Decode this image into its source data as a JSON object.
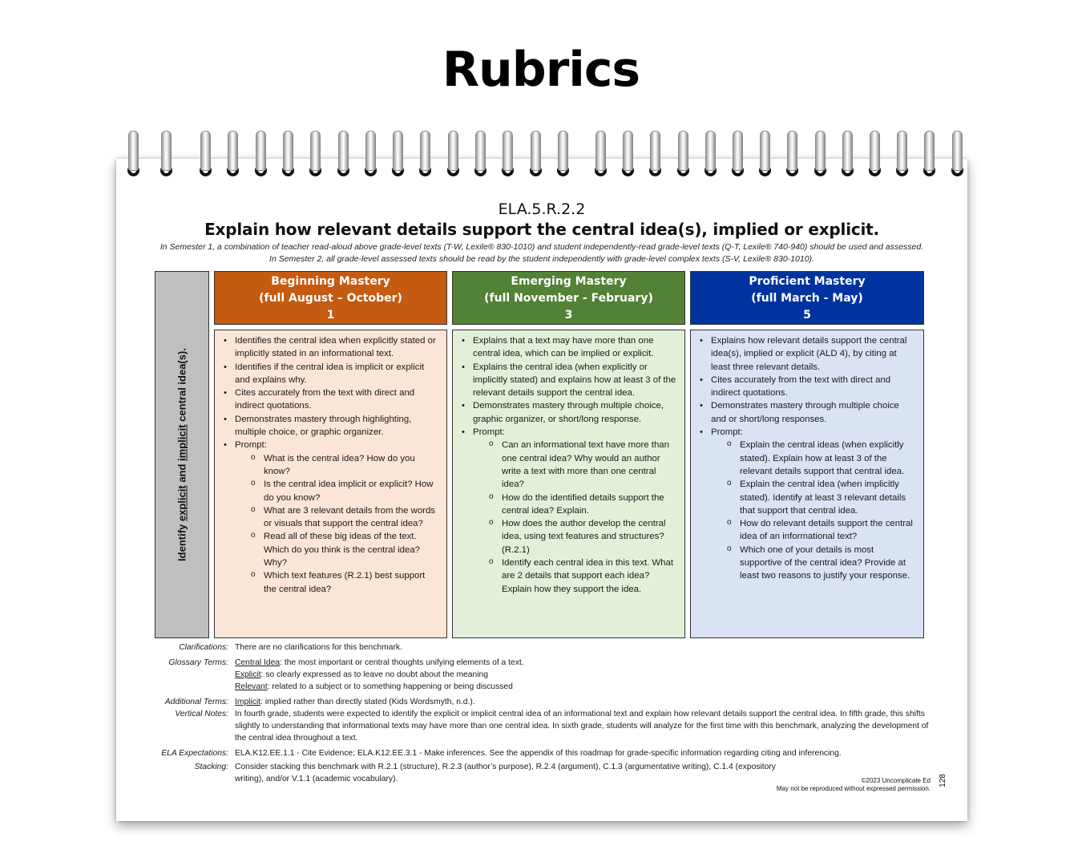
{
  "banner": {
    "title": "Rubrics"
  },
  "doc": {
    "code": "ELA.5.R.2.2",
    "headline": "Explain how relevant details support the central idea(s), implied or explicit.",
    "intro": "In Semester 1, a combination of teacher read-aloud above grade-level texts (T-W, Lexile® 830-1010) and student independently-read grade-level texts (Q-T, Lexile® 740-940) should be used and assessed. In Semester 2, all grade-level assessed texts should be read by the student independently with grade-level complex texts  (S-V, Lexile® 830-1010).",
    "side_label": {
      "pre": "Identify ",
      "w1": "explicit",
      "mid": " and ",
      "w2": "implicit",
      "post": " central idea(s)."
    },
    "columns": [
      {
        "title": "Beginning Mastery",
        "period": "(full August – October)",
        "score": "1",
        "bullets": [
          "Identifies the central idea when explicitly stated or implicitly stated in an informational text.",
          "Identifies if the central idea is implicit or explicit and explains why.",
          "Cites accurately from the text with direct and indirect quotations.",
          "Demonstrates mastery through highlighting, multiple choice, or graphic organizer."
        ],
        "prompt_label": "Prompt:",
        "prompts": [
          "What is the central idea? How do you know?",
          "Is the central idea implicit or explicit? How do you know?",
          "What are 3 relevant details from the words or visuals that support the central idea?",
          "Read all of these big ideas of the text. Which do you think is the central idea? Why?",
          "Which text features (R.2.1) best support the central idea?"
        ]
      },
      {
        "title": "Emerging Mastery",
        "period": "(full November - February)",
        "score": "3",
        "bullets": [
          "Explains that a text may have more than one central idea, which can be implied or explicit.",
          "Explains the central idea (when explicitly or implicitly stated) and explains how at least 3 of the relevant details support the central idea.",
          "Demonstrates mastery through multiple choice, graphic organizer, or short/long response."
        ],
        "prompt_label": "Prompt:",
        "prompts": [
          "Can an informational text have more than one central idea? Why would an author write a text with more than one central idea?",
          "How do the identified details support the central idea? Explain.",
          "How does the author develop the central idea, using text features and structures? (R.2.1)",
          "Identify each central idea in this text. What are 2 details that support each idea? Explain how they support the idea."
        ]
      },
      {
        "title": "Proficient Mastery",
        "period": "(full March - May)",
        "score": "5",
        "bullets": [
          "Explains how relevant details support the central idea(s), implied or explicit (ALD 4), by citing at least three relevant details.",
          "Cites accurately from the text with direct and indirect quotations.",
          "Demonstrates mastery through multiple choice and or short/long responses."
        ],
        "prompt_label": "Prompt:",
        "prompts": [
          "Explain the central ideas (when explicitly stated). Explain how at least 3 of the relevant details support that central idea.",
          "Explain the central idea (when implicitly stated). Identify at least 3 relevant details that support that central idea.",
          "How do relevant details support the central idea of an informational text?",
          "Which one of your details is most supportive of the central idea? Provide at least two reasons to justify your response."
        ]
      }
    ],
    "notes": {
      "clarifications_label": "Clarifications:",
      "clarifications": "There are no clarifications for this benchmark.",
      "glossary_label": "Glossary Terms:",
      "glossary": [
        {
          "term": "Central Idea",
          "def": ": the most important or central thoughts unifying elements of a text."
        },
        {
          "term": "Explicit",
          "def": ": so clearly expressed as to leave no doubt about the meaning"
        },
        {
          "term": "Relevant",
          "def": ": related to a subject or to something happening or being discussed"
        }
      ],
      "additional_label": "Additional Terms:",
      "additional_term": "Implicit",
      "additional_def": ": implied rather than directly stated (Kids Wordsmyth, n.d.).",
      "vertical_label": "Vertical Notes:",
      "vertical": "In fourth grade, students were expected to identify the explicit or implicit central idea of an informational text and explain how relevant details support the central idea. In fifth grade, this shifts slightly to understanding that informational texts may have more than one central idea. In sixth grade, students will analyze for the first time with this benchmark, analyzing the development of the central idea throughout a text.",
      "expectations_label": "ELA Expectations:",
      "expectations": "ELA.K12.EE.1.1 - Cite Evidence; ELA.K12.EE.3.1 - Make inferences. See the appendix of this roadmap for grade-specific information regarding citing and inferencing.",
      "stacking_label": "Stacking:",
      "stacking": "Consider stacking this benchmark with R.2.1 (structure), R.2.3 (author’s purpose), R.2.4 (argument), C.1.3 (argumentative writing), C.1.4 (expository writing), and/or V.1.1 (academic vocabulary)."
    },
    "copyright_line1": "©2023 Uncomplicate Ed",
    "copyright_line2": "May not be reproduced without expressed permission.",
    "page_number": "128"
  }
}
